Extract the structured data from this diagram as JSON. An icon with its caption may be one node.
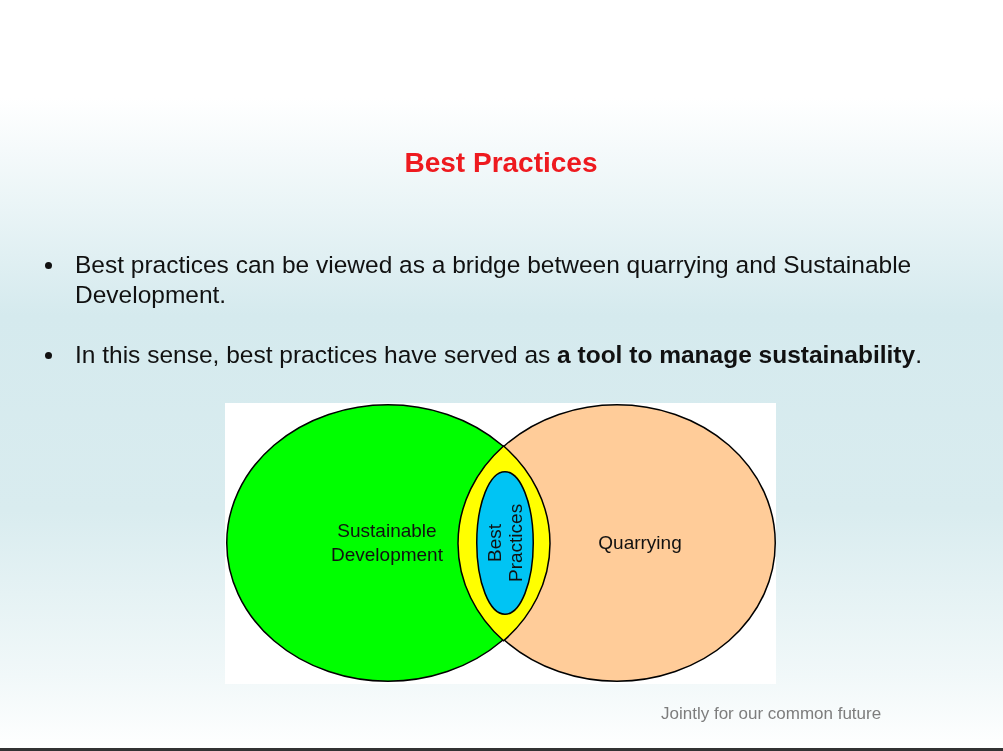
{
  "diagram": {
    "title": "Best Practices",
    "nodes": [
      {
        "text": [
          "Sustainable Development"
        ]
      },
      {
        "text": [],
        "shape": "lens"
      },
      {
        "text": [
          "Best Practices"
        ],
        "in": 1
      },
      {
        "text": [
          "Quarrying"
        ]
      }
    ],
    "labels": [
      "Best practices can be viewed as a bridge between quarrying and Sustainable Development.",
      "In this sense, best practices have served as **a tool to manage sustainability**.",
      "Jointly for our common future"
    ]
  }
}
